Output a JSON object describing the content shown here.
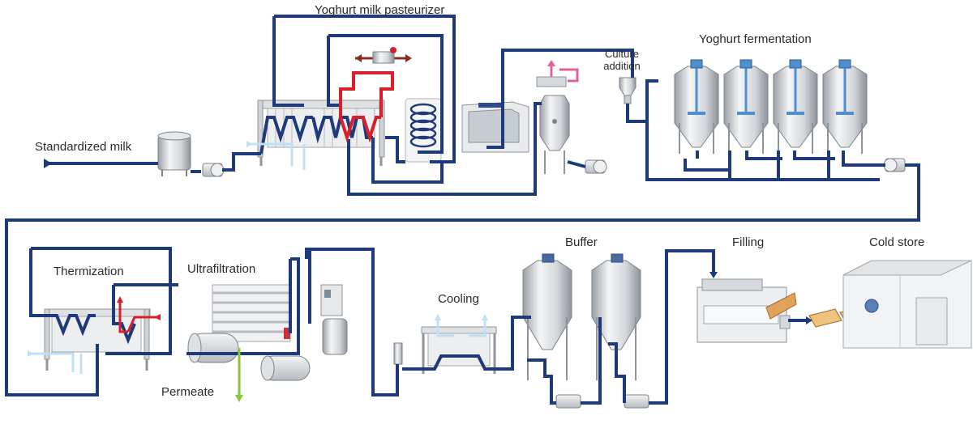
{
  "labels": {
    "pasteurizer": "Yoghurt milk pasteurizer",
    "standardized_milk": "Standardized milk",
    "culture_addition": "Culture addition",
    "fermentation": "Yoghurt fermentation",
    "thermization": "Thermization",
    "ultrafiltration": "Ultrafiltration",
    "permeate": "Permeate",
    "cooling": "Cooling",
    "buffer": "Buffer",
    "filling": "Filling",
    "cold_store": "Cold store"
  },
  "colors": {
    "product_line": "#1f3a7a",
    "heating": "#d8202a",
    "steam": "#8b2a1e",
    "cooling_water": "#bfe0f5",
    "permeate": "#8cc63f",
    "culture": "#e0609f",
    "equipment": "#c9cdd2",
    "equipment_dark": "#8e949b"
  }
}
